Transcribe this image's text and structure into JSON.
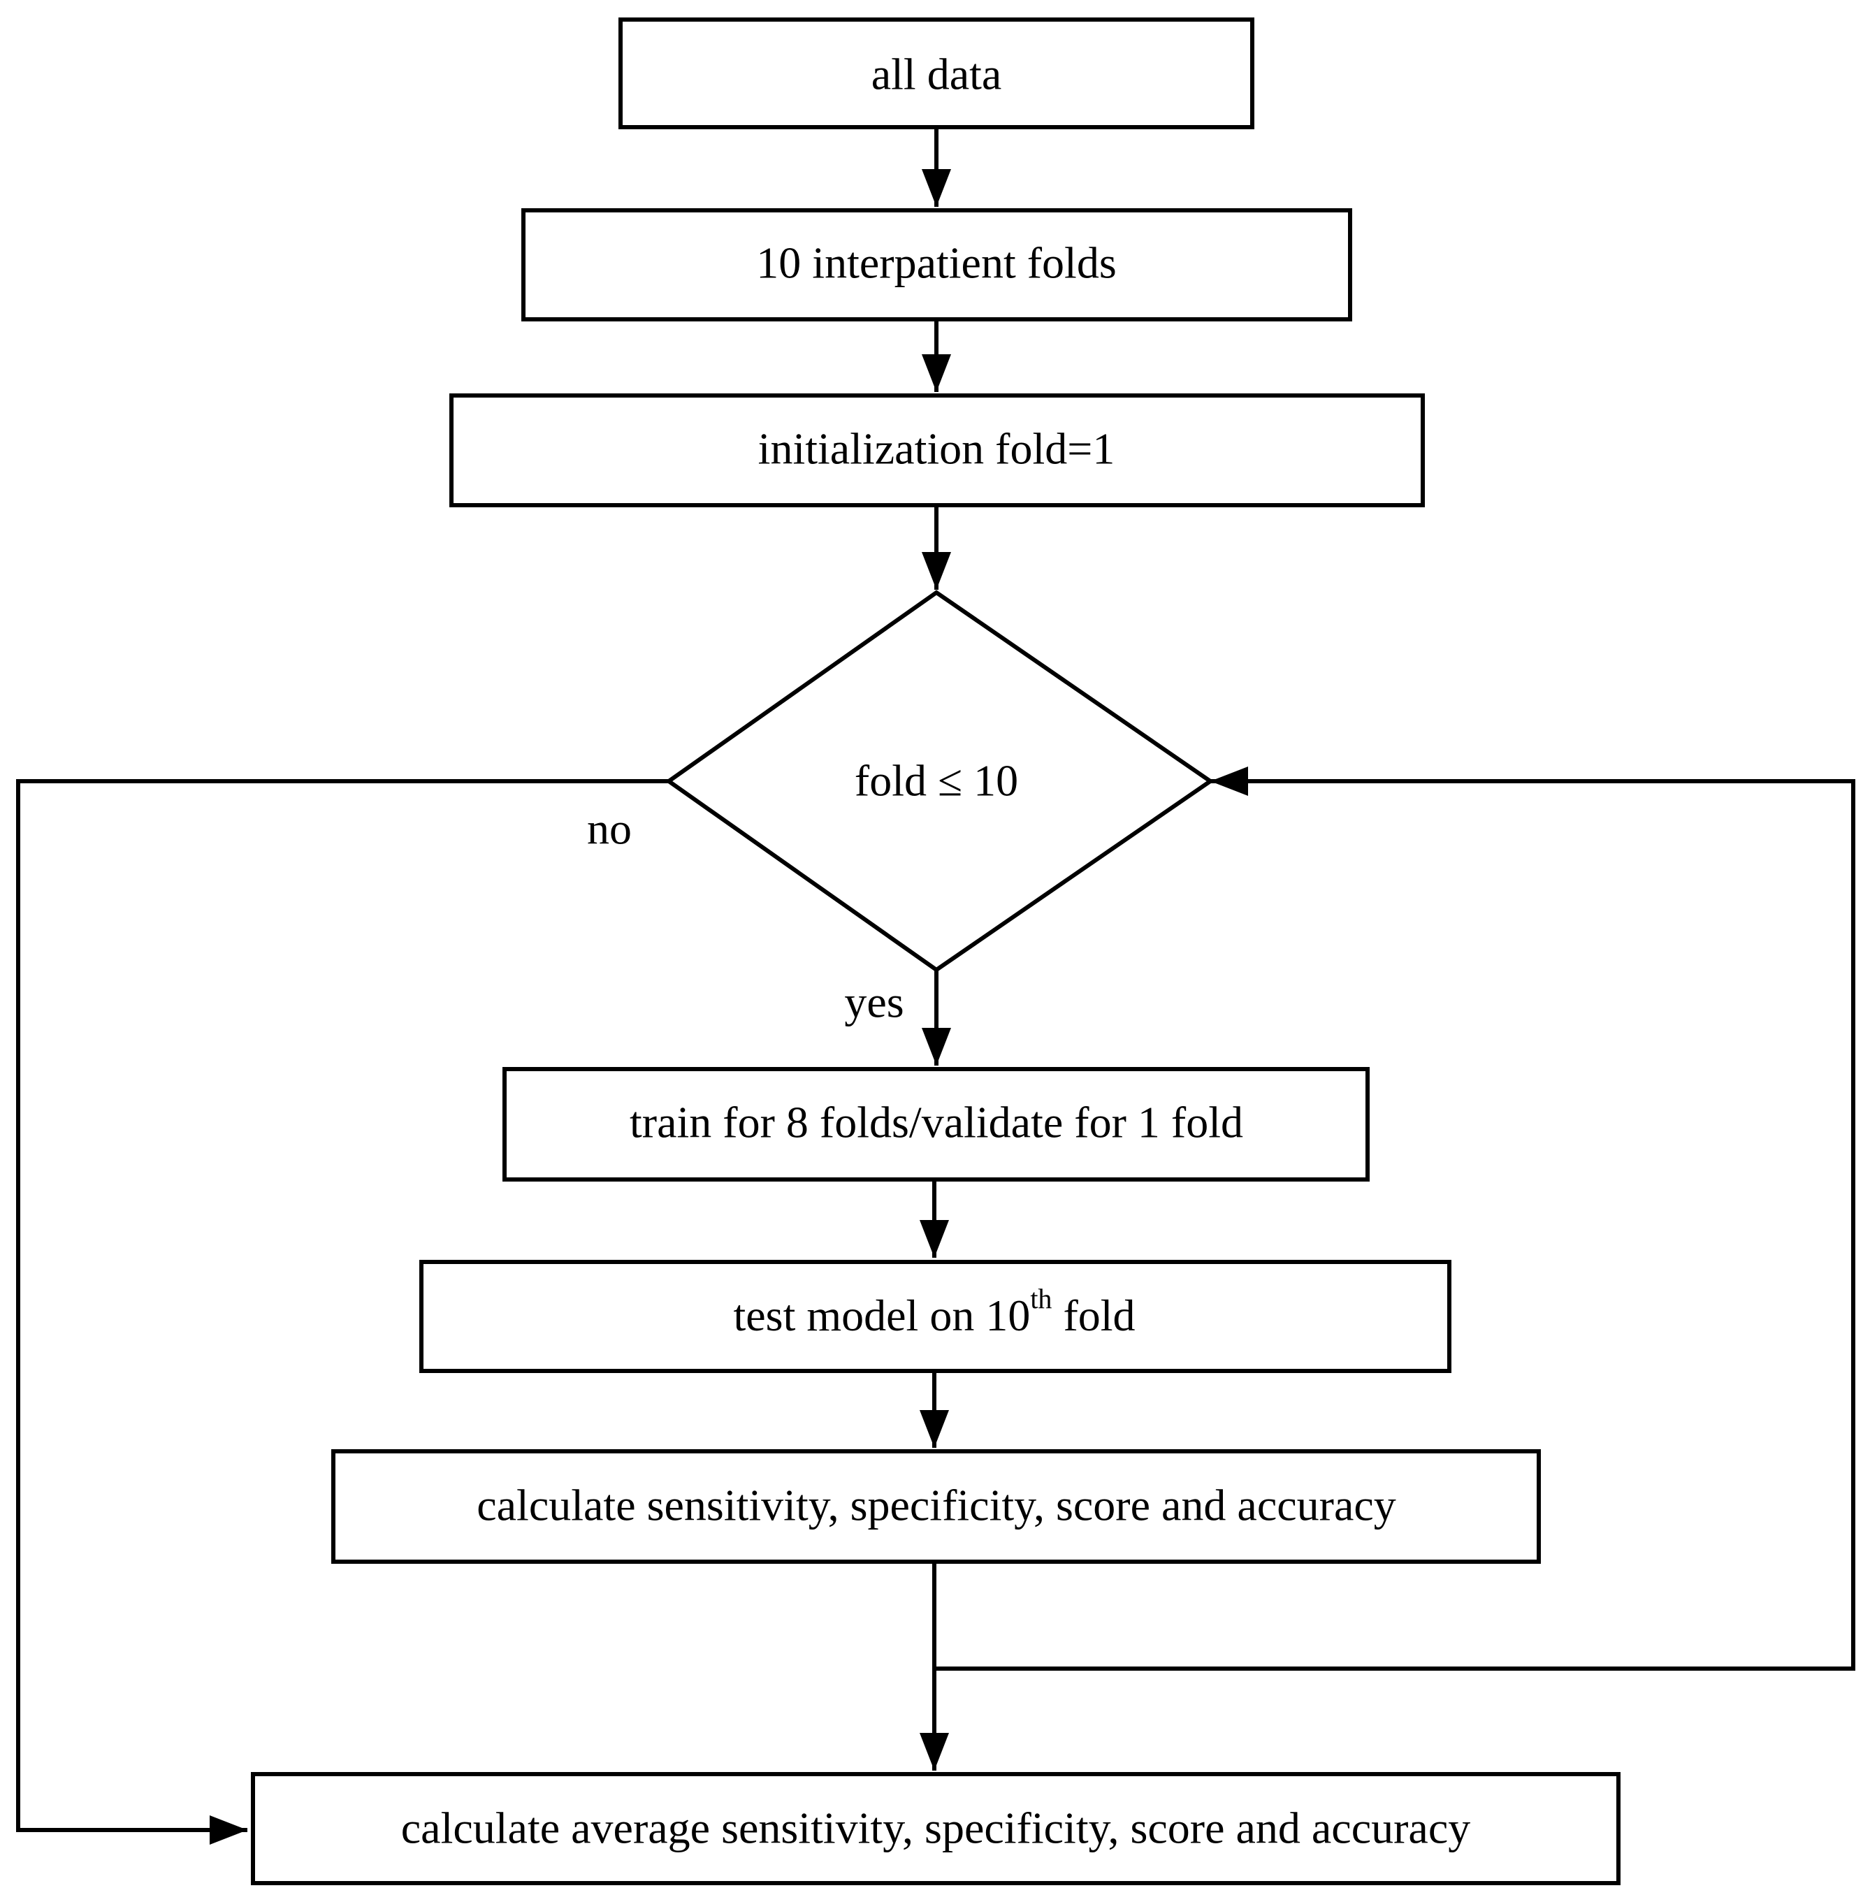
{
  "diagram": {
    "nodes": {
      "all_data": "all data",
      "interpatient_folds": "10 interpatient folds",
      "initialization": "initialization fold=1",
      "decision": "fold ≤ 10",
      "train_validate": "train for 8 folds/validate for 1 fold",
      "test_model_prefix": "test model on 10",
      "test_model_sup": "th",
      "test_model_suffix": " fold",
      "calculate_metrics": "calculate sensitivity, specificity, score and accuracy",
      "calculate_average": "calculate average sensitivity, specificity, score and accuracy"
    },
    "edge_labels": {
      "no": "no",
      "yes": "yes"
    }
  }
}
